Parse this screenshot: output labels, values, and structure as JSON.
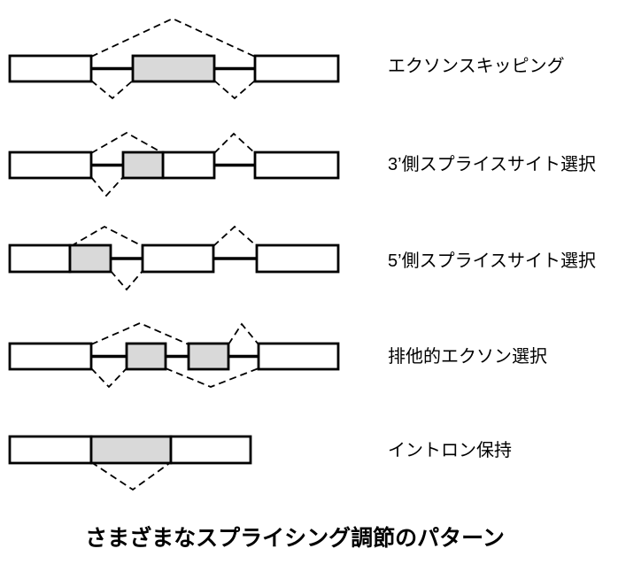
{
  "figure": {
    "title": "さまざまなスプライシング調節のパターン"
  },
  "rows": [
    {
      "label": "エクソンスキッピング"
    },
    {
      "label": "3’側スプライスサイト選択"
    },
    {
      "label": "5’側スプライスサイト選択"
    },
    {
      "label": "排他的エクソン選択"
    },
    {
      "label": "イントロン保持"
    }
  ],
  "colors": {
    "exon_fill": "#ffffff",
    "alt_exon_fill": "#d9d9d9",
    "line_color": "#000000",
    "bg_color": "#ffffff",
    "text_color": "#000000"
  }
}
